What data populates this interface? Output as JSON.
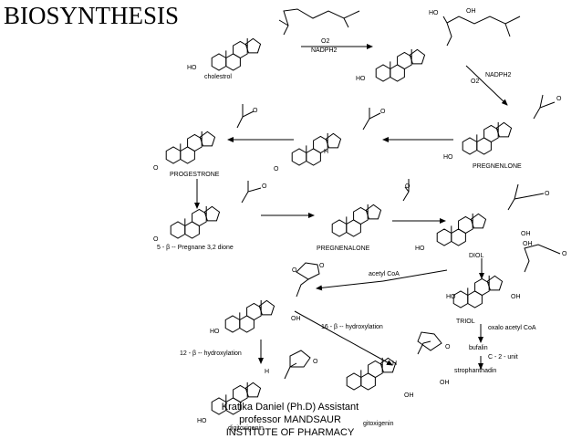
{
  "title": "BIOSYNTHESIS",
  "compounds": {
    "cholestrol": "cholestrol",
    "pregnenlone": "PREGNENLONE",
    "progestrone": "PROGESTRONE",
    "pregnane_dione": "5 - β -- Pregnane 3,2 dione",
    "pregnenalone": "PREGNENALONE",
    "diol": "DIOL",
    "triol": "TRIOL",
    "bufalin": "bufalin",
    "strophanthadin": "strophanthadin",
    "digitoxigenin": "digitoxigenin",
    "gitoxigenin": "gitoxigenin"
  },
  "reagents": {
    "o2": "O2",
    "nadph2": "NADPH2",
    "o2_b": "O2",
    "nadph2_b": "NADPH2",
    "acetyl_coa": "acetyl CoA",
    "hydroxylation_16": "16 - β -- hydroxylation",
    "hydroxylation_12": "12 - β -- hydroxylation",
    "oxaloacetyl_coa": "oxalo acetyl CoA",
    "c2_unit": "C - 2 - unit"
  },
  "atoms": {
    "ho": "HO",
    "oh": "OH",
    "o": "O",
    "h": "H"
  },
  "credit": {
    "line1": "Kratika Daniel (Ph.D) Assistant",
    "line2": "professor MANDSAUR",
    "line3": "INSTITUTE OF PHARMACY"
  }
}
